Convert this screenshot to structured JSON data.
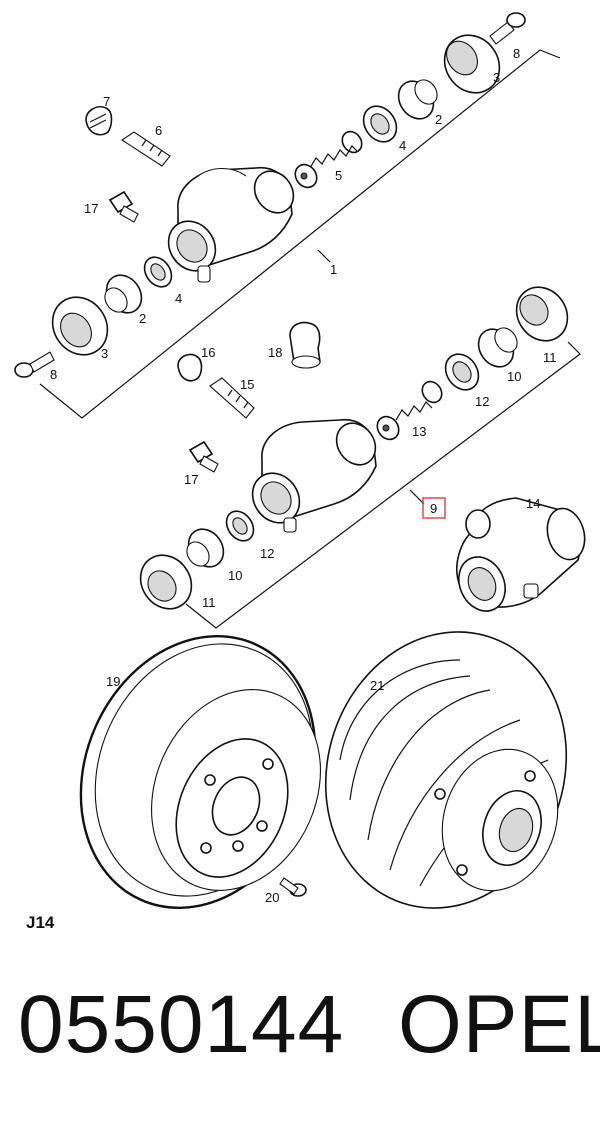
{
  "diagram": {
    "sheet_code": "J14",
    "callouts": [
      {
        "id": "c8a",
        "text": "8"
      },
      {
        "id": "c3a",
        "text": "3"
      },
      {
        "id": "c2a",
        "text": "2"
      },
      {
        "id": "c4a",
        "text": "4"
      },
      {
        "id": "c5",
        "text": "5"
      },
      {
        "id": "c7",
        "text": "7"
      },
      {
        "id": "c6",
        "text": "6"
      },
      {
        "id": "c17a",
        "text": "17"
      },
      {
        "id": "c1",
        "text": "1"
      },
      {
        "id": "c4b",
        "text": "4"
      },
      {
        "id": "c2b",
        "text": "2"
      },
      {
        "id": "c3b",
        "text": "3"
      },
      {
        "id": "c8b",
        "text": "8"
      },
      {
        "id": "c16",
        "text": "16"
      },
      {
        "id": "c18",
        "text": "18"
      },
      {
        "id": "c15",
        "text": "15"
      },
      {
        "id": "c11a",
        "text": "11"
      },
      {
        "id": "c10a",
        "text": "10"
      },
      {
        "id": "c12a",
        "text": "12"
      },
      {
        "id": "c13",
        "text": "13"
      },
      {
        "id": "c17b",
        "text": "17"
      },
      {
        "id": "c9",
        "text": "9"
      },
      {
        "id": "c14",
        "text": "14"
      },
      {
        "id": "c12b",
        "text": "12"
      },
      {
        "id": "c10b",
        "text": "10"
      },
      {
        "id": "c11b",
        "text": "11"
      },
      {
        "id": "c19",
        "text": "19"
      },
      {
        "id": "c21",
        "text": "21"
      },
      {
        "id": "c20",
        "text": "20"
      }
    ]
  },
  "caption": {
    "part_number": "0550144",
    "brand": "OPEL"
  },
  "colors": {
    "ink": "#111111",
    "highlight_box": "#e23b3b",
    "background": "#ffffff"
  }
}
